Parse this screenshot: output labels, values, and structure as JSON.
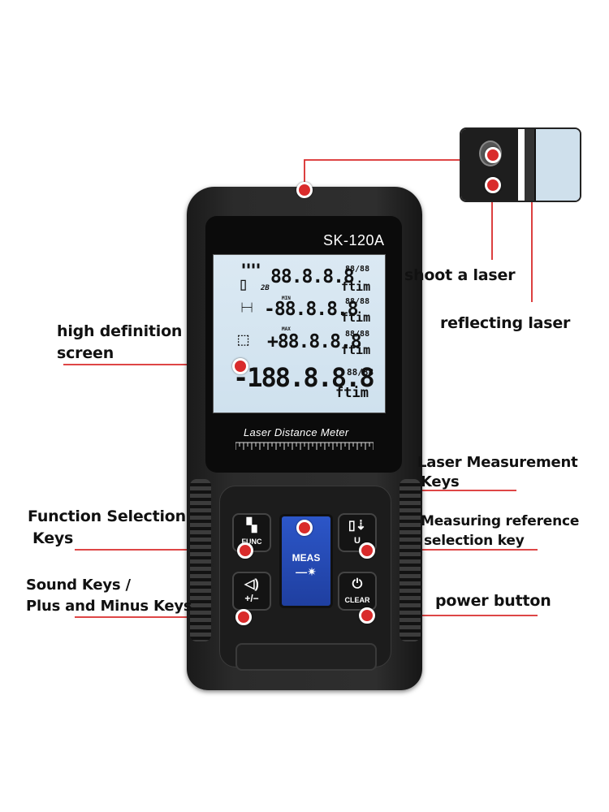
{
  "device": {
    "model": "SK-120A",
    "caption": "Laser Distance Meter",
    "lcd": {
      "rows": [
        {
          "digits": "88.8.8.8",
          "unit_top": "88/88",
          "unit_bottom": "ftim",
          "tag": "2B"
        },
        {
          "digits": "-88.8.8.8",
          "unit_top": "88/88",
          "unit_bottom": "ftim",
          "tag": "MIN"
        },
        {
          "digits": "+88.8.8.8",
          "unit_top": "88/88",
          "unit_bottom": "ftim",
          "tag": "MAX"
        },
        {
          "digits": "-188.8.8.8",
          "unit_top": "88/88",
          "unit_bottom": "ftim",
          "tag": ""
        }
      ]
    },
    "keys": {
      "func": "FUNC",
      "sound": "+/−",
      "meas": "MEAS",
      "ref": "U",
      "clear": "CLEAR"
    }
  },
  "labels": {
    "screen_line1": "high definition",
    "screen_line2": "screen",
    "function_line1": "Function Selection",
    "function_line2": "Keys",
    "sound_line1": "Sound Keys /",
    "sound_line2": "Plus and Minus Keys",
    "laser_line1": "Laser Measurement",
    "laser_line2": "Keys",
    "reference_line1": "Measuring reference",
    "reference_line2": "selection key",
    "power": "power button",
    "shoot": "shoot a laser",
    "reflect": "reflecting laser"
  },
  "colors": {
    "callout": "#d92b2b",
    "meas_key": "#2a4fbf",
    "lcd": "#d6e6f1"
  }
}
